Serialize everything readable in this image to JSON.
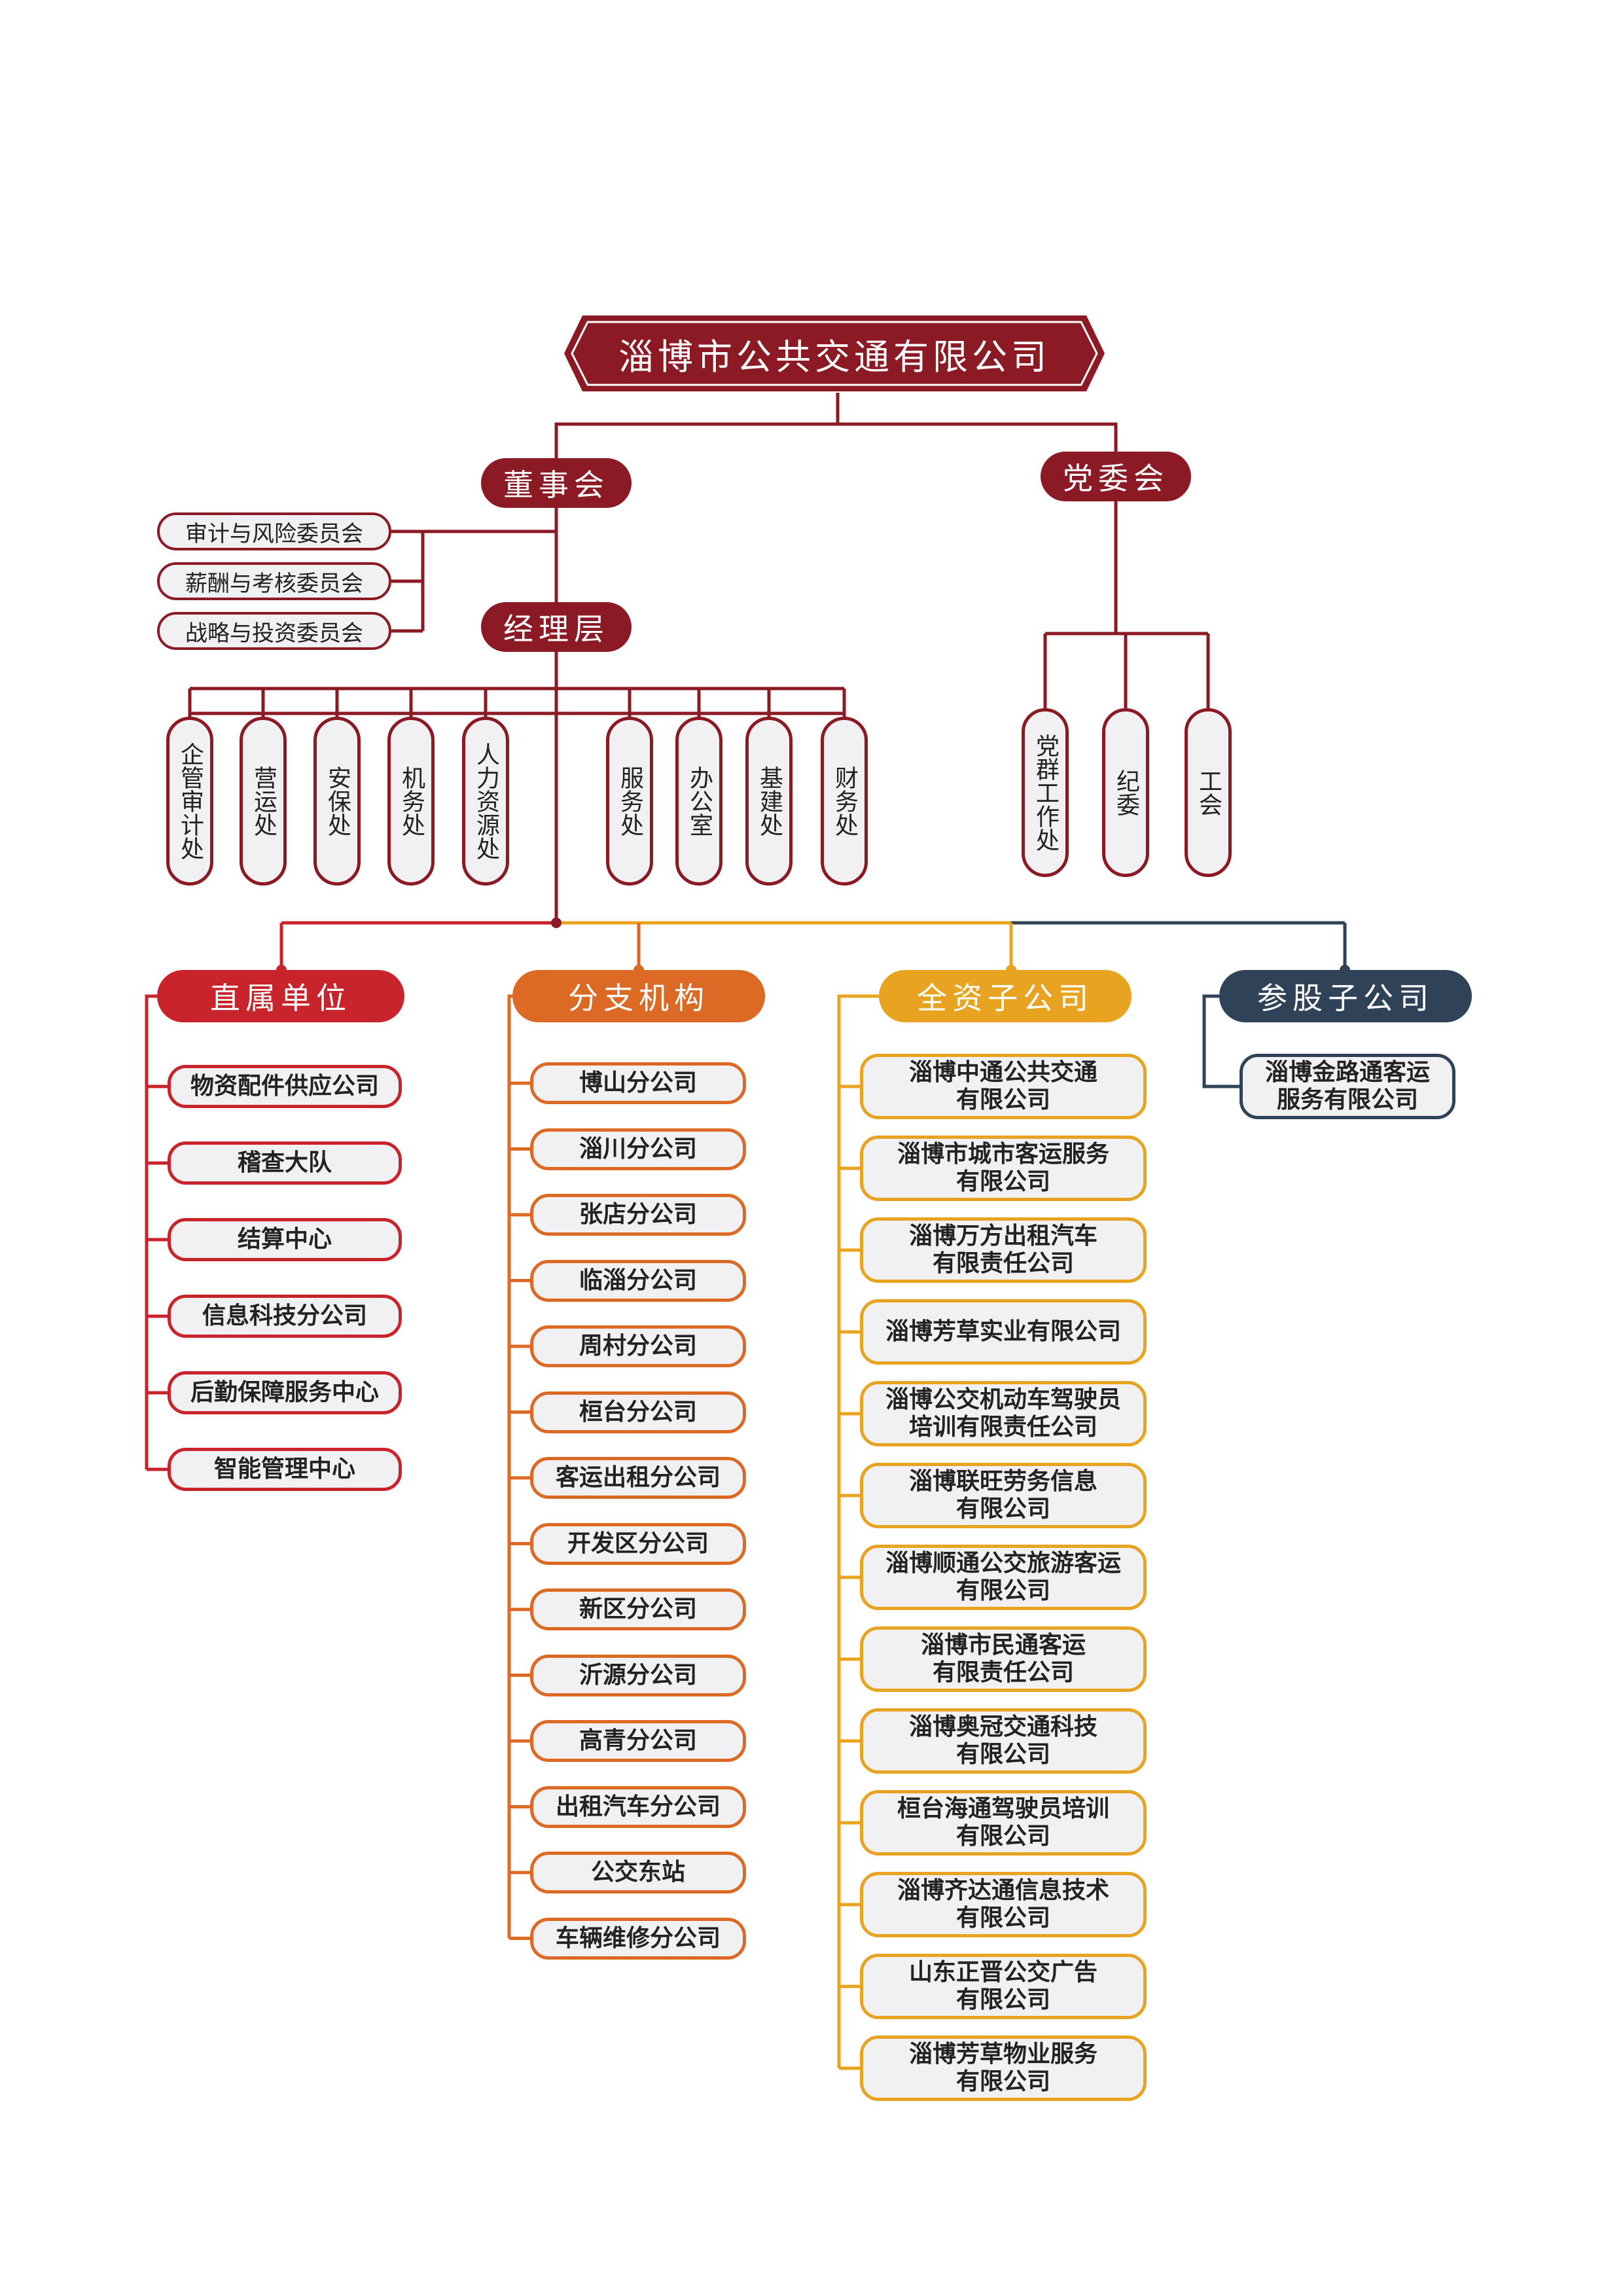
{
  "root": "淄博市公共交通有限公司",
  "board": "董事会",
  "party": "党委会",
  "management": "经理层",
  "committees": [
    "审计与风险委员会",
    "薪酬与考核委员会",
    "战略与投资委员会"
  ],
  "departments": [
    "企管审计处",
    "营运处",
    "安保处",
    "机务处",
    "人力资源处",
    "服务处",
    "办公室",
    "基建处",
    "财务处"
  ],
  "party_units": [
    "党群工作处",
    "纪委",
    "工会"
  ],
  "categories": {
    "direct": "直属单位",
    "branch": "分支机构",
    "wholly": "全资子公司",
    "stake": "参股子公司"
  },
  "direct_units": [
    "物资配件供应公司",
    "稽查大队",
    "结算中心",
    "信息科技分公司",
    "后勤保障服务中心",
    "智能管理中心"
  ],
  "branches": [
    "博山分公司",
    "淄川分公司",
    "张店分公司",
    "临淄分公司",
    "周村分公司",
    "桓台分公司",
    "客运出租分公司",
    "开发区分公司",
    "新区分公司",
    "沂源分公司",
    "高青分公司",
    "出租汽车分公司",
    "公交东站",
    "车辆维修分公司"
  ],
  "wholly_owned": [
    "淄博中通公共交通\n有限公司",
    "淄博市城市客运服务\n有限公司",
    "淄博万方出租汽车\n有限责任公司",
    "淄博芳草实业有限公司",
    "淄博公交机动车驾驶员\n培训有限责任公司",
    "淄博联旺劳务信息\n有限公司",
    "淄博顺通公交旅游客运\n有限公司",
    "淄博市民通客运\n有限责任公司",
    "淄博奥冠交通科技\n有限公司",
    "桓台海通驾驶员培训\n有限公司",
    "淄博齐达通信息技术\n有限公司",
    "山东正晋公交广告\n有限公司",
    "淄博芳草物业服务\n有限公司"
  ],
  "stake_owned": [
    "淄博金路通客运\n服务有限公司"
  ],
  "colors": {
    "dark_red": "#8c1a24",
    "crimson": "#c9232b",
    "orange": "#dc6a24",
    "gold": "#e8a321",
    "navy": "#2f4257"
  }
}
